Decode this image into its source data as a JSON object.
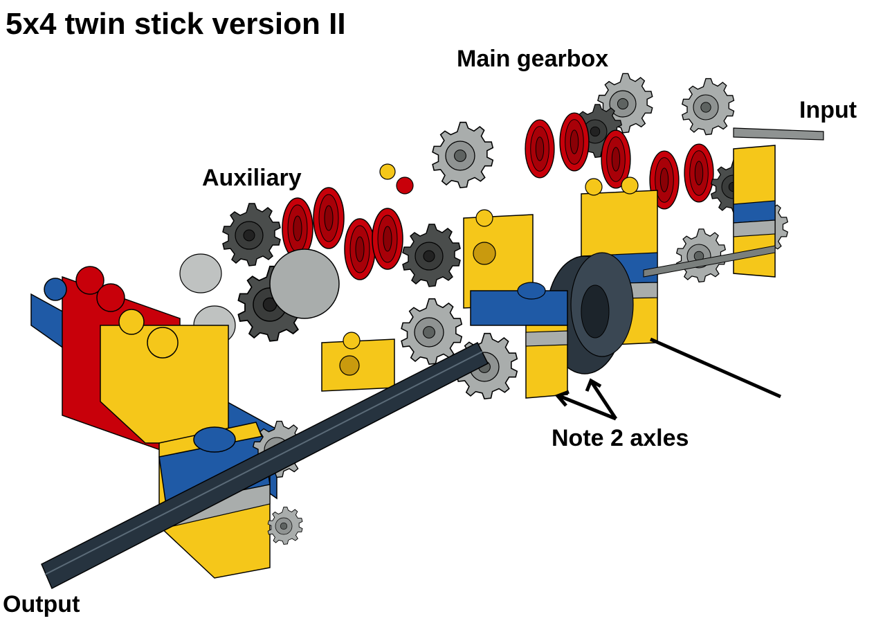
{
  "labels": {
    "title": "5x4 twin stick version II",
    "main_gearbox": "Main gearbox",
    "input": "Input",
    "auxiliary": "Auxiliary",
    "note": "Note 2 axles",
    "output": "Output"
  },
  "colors": {
    "yellow": "#f5c71a",
    "yellow_shade": "#c99a0e",
    "red": "#c8000a",
    "red_dark": "#8a0006",
    "blue": "#1f5aa6",
    "blue_dark": "#163f78",
    "gray": "#a9adac",
    "gray_dark": "#5e6361",
    "axle": "#26333f",
    "outline": "#000000"
  }
}
